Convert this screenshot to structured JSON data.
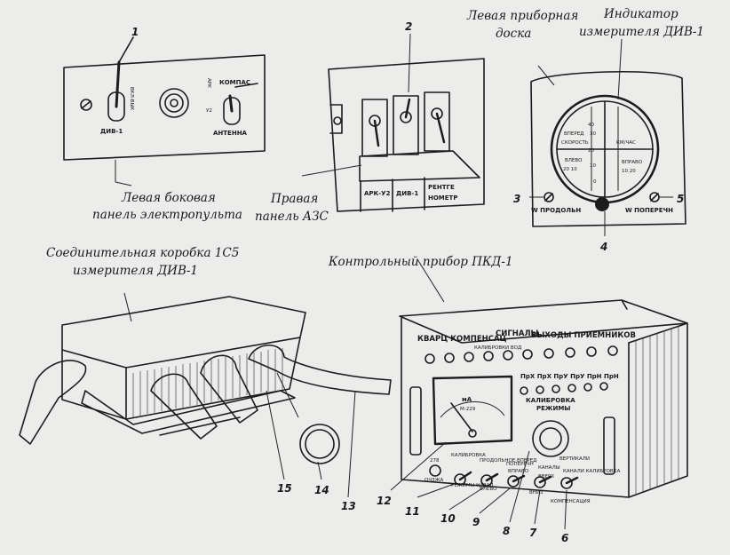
{
  "captions": {
    "left_side_panel_1": "Левая боковая",
    "left_side_panel_2": "панель электропульта",
    "right_azs_panel_1": "Правая",
    "right_azs_panel_2": "панель АЗС",
    "left_board_1": "Левая приборная",
    "left_board_2": "доска",
    "indicator_1": "Индикатор",
    "indicator_2": "измерителя ДИВ-1",
    "junction_box_1": "Соединительная коробка 1С5",
    "junction_box_2": "измерителя ДИВ-1",
    "control_device": "Контрольный прибор ПКД-1"
  },
  "left_panel": {
    "div1": "ДИВ-1",
    "vkl": "ВКЛ-ВЫК",
    "kompas": "КОМПАС",
    "ark": "АРК",
    "u2": "У2",
    "antenna": "АНТЕННА"
  },
  "azs_panel": {
    "ark_u2": "АРК-У2",
    "div1": "ДИВ-1",
    "rentge": "РЕНТГЕ",
    "nometr": "НОМЕТР"
  },
  "indicator": {
    "left_scale": [
      "40",
      "30",
      "20",
      "10",
      "0"
    ],
    "vpered": "ВПЕРЕД",
    "skorost": "СКОРОСТЬ",
    "vlevo": "ВЛЕВО",
    "left_h": "20  10",
    "km_chas": "КМ/ЧАС",
    "vpravo": "ВПРАВО",
    "right_h": "10  20",
    "w_prodoln": "W ПРОДОЛЬН",
    "w_poperechn": "W ПОПЕРЕЧН"
  },
  "pkd": {
    "kvarc": "КВАРЦ КОМПЕНСАЦ",
    "signaly": "СИГНАЛЫ",
    "vyhody": "ВЫХОДЫ ПРИЕМНИКОВ",
    "kalibr_vod": "КАЛИБРОВКИ ВОД",
    "outputs": "ПрХ ПрХ ПрУ ПрУ ПрН ПрН",
    "kalibrovka": "КАЛИБРОВКА",
    "rezhimy": "РЕЖИМЫ",
    "ma": "мА",
    "m229": "М-229",
    "kanaly": "КАНАЛЫ",
    "vertikali": "ВЕРТИКАЛИ",
    "n278": "278",
    "kalibrovka_sw": "КАЛИБРОВКА",
    "prodolnoe": "ПРОДОЛЬНОЕ ВПЕРЕД",
    "poperechnoe": "ПОПЕРЕЧН",
    "vpravo_sw": "ВПРАВО",
    "vverh": "ВВЕРХ",
    "kanali_kal": "КАНАЛИ КАЛИБРОВКА",
    "ochzha": "ОЧЗЖА",
    "rezh_nazad": "РЕЖИМЫ НАЗАД",
    "vlevo_sw": "ВЛЕВО",
    "vniz": "ВНИЗ",
    "kompensaciya": "КОМПЕНСАЦИЯ"
  },
  "callouts": {
    "n1": "1",
    "n2": "2",
    "n3": "3",
    "n4": "4",
    "n5": "5",
    "n6": "6",
    "n7": "7",
    "n8": "8",
    "n9": "9",
    "n10": "10",
    "n11": "11",
    "n12": "12",
    "n13": "13",
    "n14": "14",
    "n15": "15"
  }
}
